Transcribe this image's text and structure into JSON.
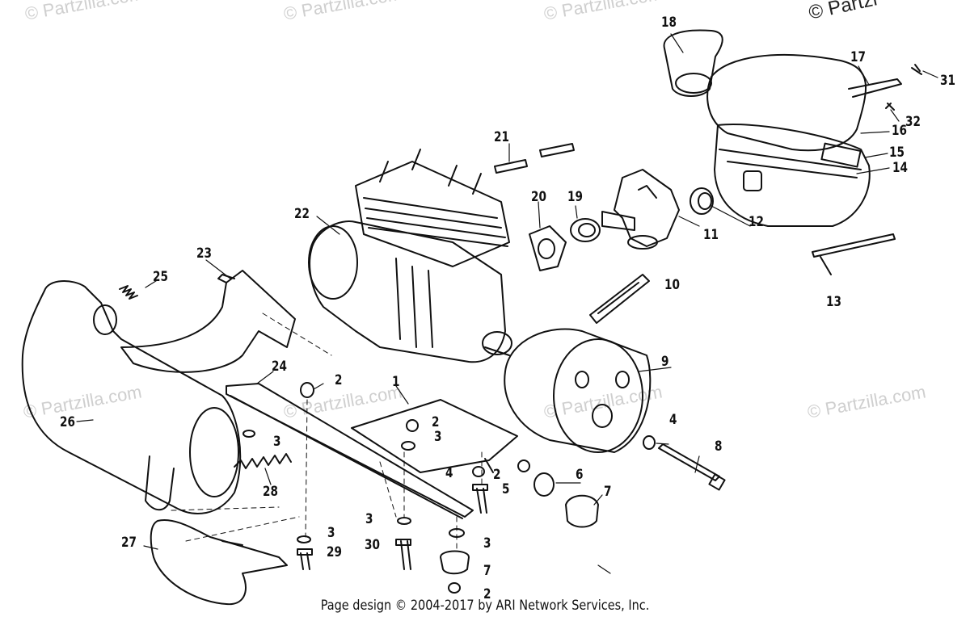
{
  "watermark": {
    "text": "© Partzilla.com",
    "corner_text": "© Partzi"
  },
  "footer": {
    "credit": "Page design © 2004-2017 by ARI Network Services, Inc."
  },
  "callouts": [
    {
      "key": "c1",
      "label": "1"
    },
    {
      "key": "c2a",
      "label": "2"
    },
    {
      "key": "c2b",
      "label": "2"
    },
    {
      "key": "c2c",
      "label": "2"
    },
    {
      "key": "c2d",
      "label": "2"
    },
    {
      "key": "c3a",
      "label": "3"
    },
    {
      "key": "c3b",
      "label": "3"
    },
    {
      "key": "c3c",
      "label": "3"
    },
    {
      "key": "c3d",
      "label": "3"
    },
    {
      "key": "c3e",
      "label": "3"
    },
    {
      "key": "c4a",
      "label": "4"
    },
    {
      "key": "c4b",
      "label": "4"
    },
    {
      "key": "c5",
      "label": "5"
    },
    {
      "key": "c6",
      "label": "6"
    },
    {
      "key": "c7a",
      "label": "7"
    },
    {
      "key": "c7b",
      "label": "7"
    },
    {
      "key": "c8",
      "label": "8"
    },
    {
      "key": "c9",
      "label": "9"
    },
    {
      "key": "c10",
      "label": "10"
    },
    {
      "key": "c11",
      "label": "11"
    },
    {
      "key": "c12",
      "label": "12"
    },
    {
      "key": "c13",
      "label": "13"
    },
    {
      "key": "c14",
      "label": "14"
    },
    {
      "key": "c15",
      "label": "15"
    },
    {
      "key": "c16",
      "label": "16"
    },
    {
      "key": "c17",
      "label": "17"
    },
    {
      "key": "c18",
      "label": "18"
    },
    {
      "key": "c19",
      "label": "19"
    },
    {
      "key": "c20",
      "label": "20"
    },
    {
      "key": "c21",
      "label": "21"
    },
    {
      "key": "c22",
      "label": "22"
    },
    {
      "key": "c23",
      "label": "23"
    },
    {
      "key": "c24",
      "label": "24"
    },
    {
      "key": "c25",
      "label": "25"
    },
    {
      "key": "c26",
      "label": "26"
    },
    {
      "key": "c27",
      "label": "27"
    },
    {
      "key": "c28",
      "label": "28"
    },
    {
      "key": "c29",
      "label": "29"
    },
    {
      "key": "c30",
      "label": "30"
    },
    {
      "key": "c31",
      "label": "31"
    },
    {
      "key": "c32",
      "label": "32"
    }
  ]
}
